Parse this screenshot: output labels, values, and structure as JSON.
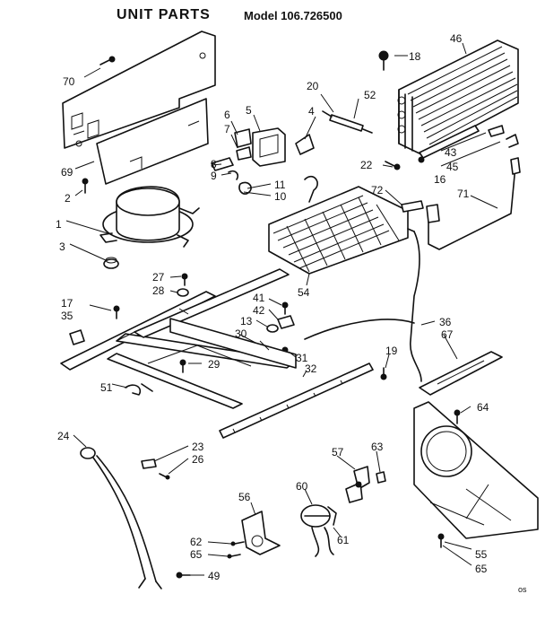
{
  "header": {
    "title": "UNIT PARTS",
    "model": "Model 106.726500"
  },
  "footer_mark": "os",
  "callouts": [
    "70",
    "69",
    "2",
    "1",
    "3",
    "5",
    "6",
    "7",
    "8",
    "9",
    "11",
    "10",
    "4",
    "20",
    "52",
    "46",
    "18",
    "22",
    "43",
    "45",
    "16",
    "71",
    "72",
    "54",
    "27",
    "28",
    "17",
    "35",
    "41",
    "42",
    "13",
    "30",
    "31",
    "29",
    "51",
    "32",
    "19",
    "36",
    "67",
    "64",
    "24",
    "23",
    "26",
    "56",
    "60",
    "57",
    "63",
    "62",
    "65",
    "61",
    "49",
    "55",
    "65"
  ]
}
